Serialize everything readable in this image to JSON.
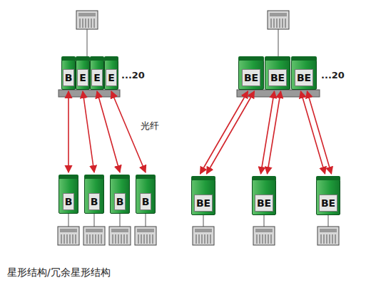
{
  "diagram": {
    "caption": "星形结构/冗余星形结构",
    "nodes": [
      {
        "text": [
          "B"
        ]
      },
      {
        "text": [
          "E"
        ]
      },
      {
        "text": [
          "E"
        ]
      },
      {
        "text": [
          "E"
        ]
      },
      {
        "text": [
          "B"
        ]
      },
      {
        "text": [
          "B"
        ]
      },
      {
        "text": [
          "B"
        ]
      },
      {
        "text": [
          "B"
        ]
      },
      {
        "text": [
          "BE"
        ]
      },
      {
        "text": [
          "BE"
        ]
      },
      {
        "text": [
          "BE"
        ]
      },
      {
        "text": [
          "BE"
        ]
      },
      {
        "text": [
          "BE"
        ]
      },
      {
        "text": [
          "BE"
        ]
      }
    ],
    "edges": [
      {
        "from": 0,
        "to": 4,
        "arrow": "both"
      },
      {
        "from": 1,
        "to": 5,
        "arrow": "both"
      },
      {
        "from": 2,
        "to": 6,
        "arrow": "both"
      },
      {
        "from": 3,
        "to": 7,
        "arrow": "both"
      },
      {
        "from": 8,
        "to": 11,
        "arrow": "both"
      },
      {
        "from": 8,
        "to": 11,
        "arrow": "both"
      },
      {
        "from": 9,
        "to": 12,
        "arrow": "both"
      },
      {
        "from": 9,
        "to": 12,
        "arrow": "both"
      },
      {
        "from": 10,
        "to": 13,
        "arrow": "both"
      },
      {
        "from": 10,
        "to": 13,
        "arrow": "both"
      }
    ],
    "labels": [
      "...20",
      "光纤",
      "...20"
    ]
  }
}
